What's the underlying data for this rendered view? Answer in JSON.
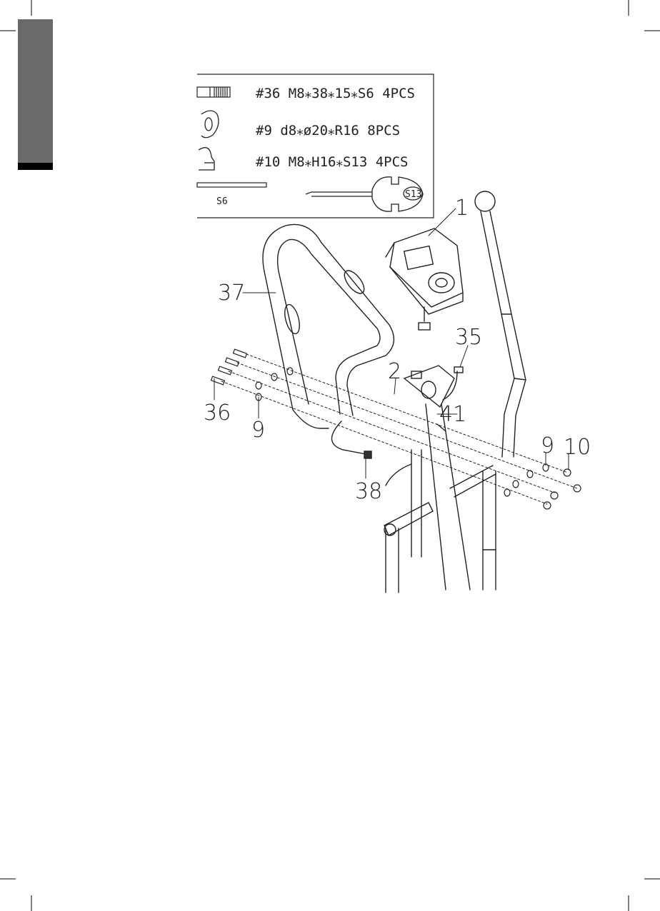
{
  "parts_list": {
    "rows": [
      {
        "text": "#36 M8⁎38⁎15⁎S6 4PCS",
        "icon": "bolt-icon"
      },
      {
        "text": "#9 d8⁎ø20⁎R16 8PCS",
        "icon": "curved-washer-icon"
      },
      {
        "text": "#10 M8⁎H16⁎S13 4PCS",
        "icon": "cap-nut-icon"
      }
    ],
    "tools": [
      {
        "label": "S6",
        "icon": "allen-key-icon"
      },
      {
        "label": "S13",
        "icon": "wrench-screwdriver-icon"
      }
    ]
  },
  "callouts": {
    "c1": "1",
    "c37": "37",
    "c35": "35",
    "c2": "2",
    "c36": "36",
    "c41": "41",
    "c9a": "9",
    "c9b": "9",
    "c10": "10",
    "c38": "38"
  },
  "colors": {
    "tab": "#6a6a6a",
    "line": "#222222"
  }
}
